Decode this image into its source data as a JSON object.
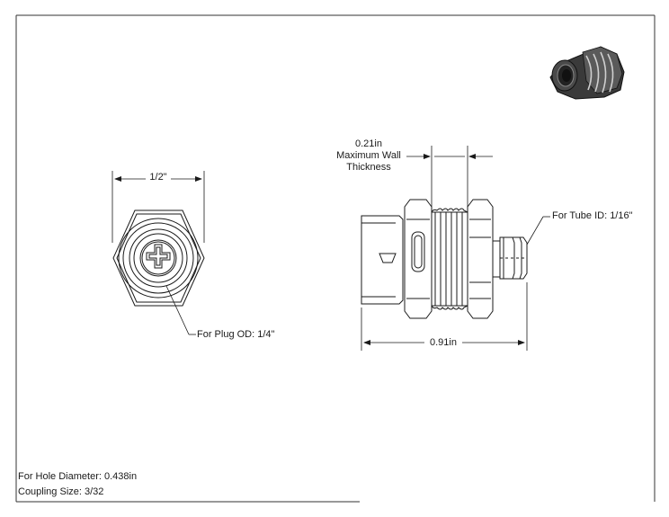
{
  "dimensions": {
    "hex_width": "1/2\"",
    "wall_thickness_value": "0.21in",
    "wall_thickness_line1": "Maximum Wall",
    "wall_thickness_line2": "Thickness",
    "overall_length": "0.91in"
  },
  "callouts": {
    "plug_od": "For Plug OD: 1/4\"",
    "tube_id": "For Tube ID: 1/16\""
  },
  "notes": {
    "hole_diameter": "For Hole Diameter: 0.438in",
    "coupling_size": "Coupling Size: 3/32"
  }
}
